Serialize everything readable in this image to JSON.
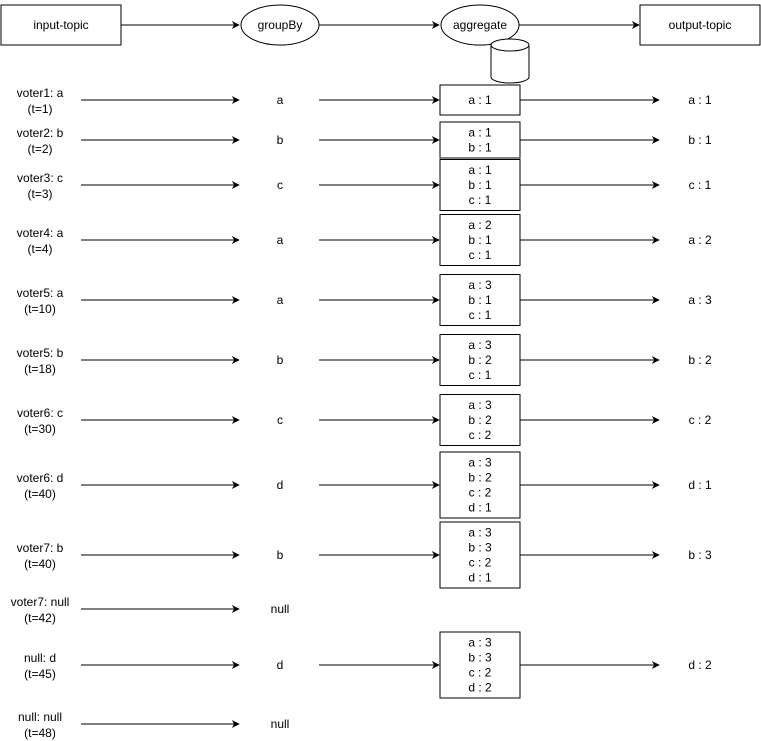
{
  "header": {
    "input_topic": "input-topic",
    "group_by": "groupBy",
    "aggregate": "aggregate",
    "output_topic": "output-topic"
  },
  "rows": [
    {
      "record": "voter1: a",
      "time": "(t=1)",
      "key": "a",
      "state": [
        "a : 1"
      ],
      "output": "a : 1"
    },
    {
      "record": "voter2: b",
      "time": "(t=2)",
      "key": "b",
      "state": [
        "a : 1",
        "b : 1"
      ],
      "output": "b : 1"
    },
    {
      "record": "voter3: c",
      "time": "(t=3)",
      "key": "c",
      "state": [
        "a : 1",
        "b : 1",
        "c : 1"
      ],
      "output": "c : 1"
    },
    {
      "record": "voter4: a",
      "time": "(t=4)",
      "key": "a",
      "state": [
        "a : 2",
        "b : 1",
        "c : 1"
      ],
      "output": "a : 2"
    },
    {
      "record": "voter5: a",
      "time": "(t=10)",
      "key": "a",
      "state": [
        "a : 3",
        "b : 1",
        "c : 1"
      ],
      "output": "a : 3"
    },
    {
      "record": "voter5: b",
      "time": "(t=18)",
      "key": "b",
      "state": [
        "a : 3",
        "b : 2",
        "c : 1"
      ],
      "output": "b : 2"
    },
    {
      "record": "voter6: c",
      "time": "(t=30)",
      "key": "c",
      "state": [
        "a : 3",
        "b : 2",
        "c : 2"
      ],
      "output": "c : 2"
    },
    {
      "record": "voter6: d",
      "time": "(t=40)",
      "key": "d",
      "state": [
        "a : 3",
        "b : 2",
        "c : 2",
        "d : 1"
      ],
      "output": "d : 1"
    },
    {
      "record": "voter7: b",
      "time": "(t=40)",
      "key": "b",
      "state": [
        "a : 3",
        "b : 3",
        "c : 2",
        "d : 1"
      ],
      "output": "b : 3"
    },
    {
      "record": "voter7: null",
      "time": "(t=42)",
      "key": "null",
      "state": null,
      "output": null
    },
    {
      "record": "null: d",
      "time": "(t=45)",
      "key": "d",
      "state": [
        "a : 3",
        "b : 3",
        "c : 2",
        "d : 2"
      ],
      "output": "d : 2"
    },
    {
      "record": "null: null",
      "time": "(t=48)",
      "key": "null",
      "state": null,
      "output": null
    }
  ],
  "colors": {
    "stroke": "#000000",
    "fill": "#ffffff"
  }
}
